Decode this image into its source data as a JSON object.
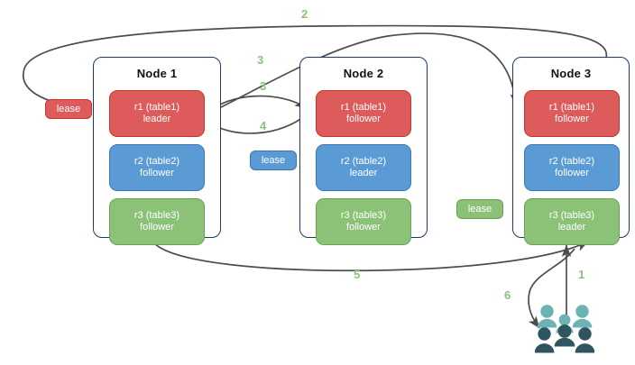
{
  "diagram": {
    "title": "",
    "colors": {
      "red_fill": "#DE5B5B",
      "red_border": "#C0392B",
      "blue_fill": "#5B9BD5",
      "blue_border": "#3C78B4",
      "green_fill": "#8CC278",
      "green_border": "#6AA355",
      "node_border": "#1F3864",
      "arrow": "#4D4D4D",
      "step_label": "#8DC07E",
      "users_back": "#6EB3B4",
      "users_front": "#2F5561"
    },
    "nodes": [
      {
        "title": "Node 1",
        "replicas": [
          {
            "name": "r1 (table1)",
            "role": "leader",
            "color": "red"
          },
          {
            "name": "r2 (table2)",
            "role": "follower",
            "color": "blue"
          },
          {
            "name": "r3 (table3)",
            "role": "follower",
            "color": "green"
          }
        ]
      },
      {
        "title": "Node 2",
        "replicas": [
          {
            "name": "r1 (table1)",
            "role": "follower",
            "color": "red"
          },
          {
            "name": "r2 (table2)",
            "role": "leader",
            "color": "blue"
          },
          {
            "name": "r3 (table3)",
            "role": "follower",
            "color": "green"
          }
        ]
      },
      {
        "title": "Node 3",
        "replicas": [
          {
            "name": "r1 (table1)",
            "role": "follower",
            "color": "red"
          },
          {
            "name": "r2 (table2)",
            "role": "follower",
            "color": "blue"
          },
          {
            "name": "r3 (table3)",
            "role": "leader",
            "color": "green"
          }
        ]
      }
    ],
    "leases": [
      {
        "label": "lease",
        "color": "red"
      },
      {
        "label": "lease",
        "color": "blue"
      },
      {
        "label": "lease",
        "color": "green"
      }
    ],
    "steps": [
      {
        "label": "1"
      },
      {
        "label": "2"
      },
      {
        "label": "3"
      },
      {
        "label": "3"
      },
      {
        "label": "4"
      },
      {
        "label": "5"
      },
      {
        "label": "6"
      }
    ],
    "icons": {
      "users": "users-icon"
    }
  }
}
